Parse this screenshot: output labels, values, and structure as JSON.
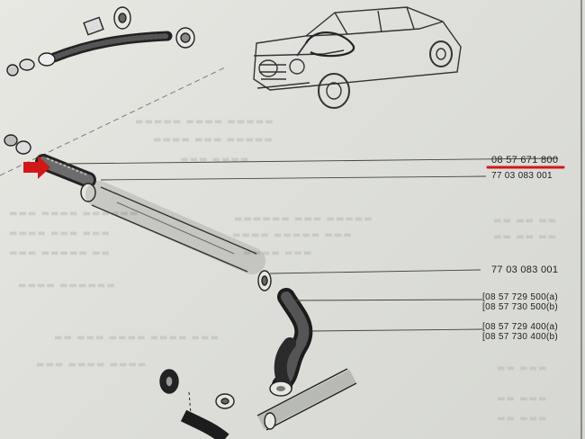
{
  "part_numbers": {
    "highlighted": "08 57 671 800",
    "clip_upper": "77 03 083 001",
    "clip_lower": "77 03 083 001",
    "hose_500": [
      "[08 57 729 500(a)",
      "[08 57 730 500(b)"
    ],
    "hose_400": [
      "[08 57 729 400(a)",
      "[08 57 730 400(b)"
    ]
  },
  "colors": {
    "highlight": "#d11818",
    "paper": "#e3e4df",
    "ink": "#2b2b2b"
  },
  "icons": [
    "car-illustration-icon",
    "hose-diagram-icon",
    "arrow-icon"
  ]
}
